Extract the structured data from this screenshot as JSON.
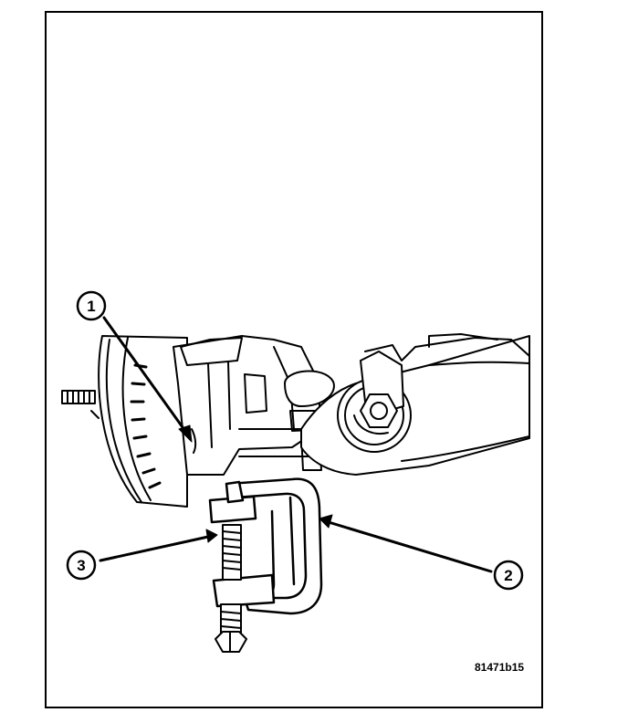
{
  "figure": {
    "id": "81471b15",
    "callouts": [
      {
        "number": "1"
      },
      {
        "number": "2"
      },
      {
        "number": "3"
      }
    ]
  },
  "colors": {
    "line": "#000000",
    "background": "#ffffff"
  }
}
